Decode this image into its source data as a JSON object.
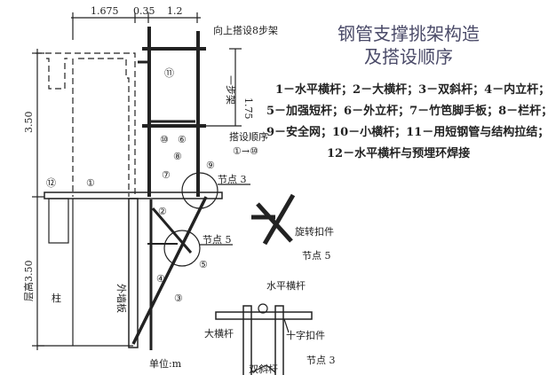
{
  "title_line1": "钢管支撑挑架构造",
  "title_line2": "及搭设顺序",
  "legend": [
    "1－水平横杆；2－大横杆；3－双斜杆；4－内立杆；",
    "5－加强短杆；6－外立杆；7－竹笆脚手板；8－栏杆；",
    "9－安全网；10－小横杆；11－用短钢管与结构拉结；",
    "12－水平横杆与预埋环焊接"
  ],
  "dimensions": {
    "top": [
      "1.675",
      "0.35",
      "1.2"
    ],
    "step": "1.75",
    "step_label": "一步架",
    "height": "3.50",
    "floor_height": "层高3.50"
  },
  "labels": {
    "build_up": "向上搭设8步架",
    "sequence": "搭设顺序",
    "sequence_range": "①→⑩",
    "node3": "节点 3",
    "node5": "节点 5",
    "column": "柱",
    "wall": "外墙板",
    "unit": "单位:m",
    "rotating_clamp": "旋转扣件",
    "horizontal_bar": "水平横杆",
    "big_bar": "大横杆",
    "cross_clamp": "十字扣件",
    "double_diagonal": "双斜杆"
  },
  "markers": [
    "⑪",
    "⑩",
    "⑥",
    "⑧",
    "⑨",
    "⑦",
    "⑫",
    "①",
    "②",
    "⑤",
    "④",
    "③"
  ]
}
